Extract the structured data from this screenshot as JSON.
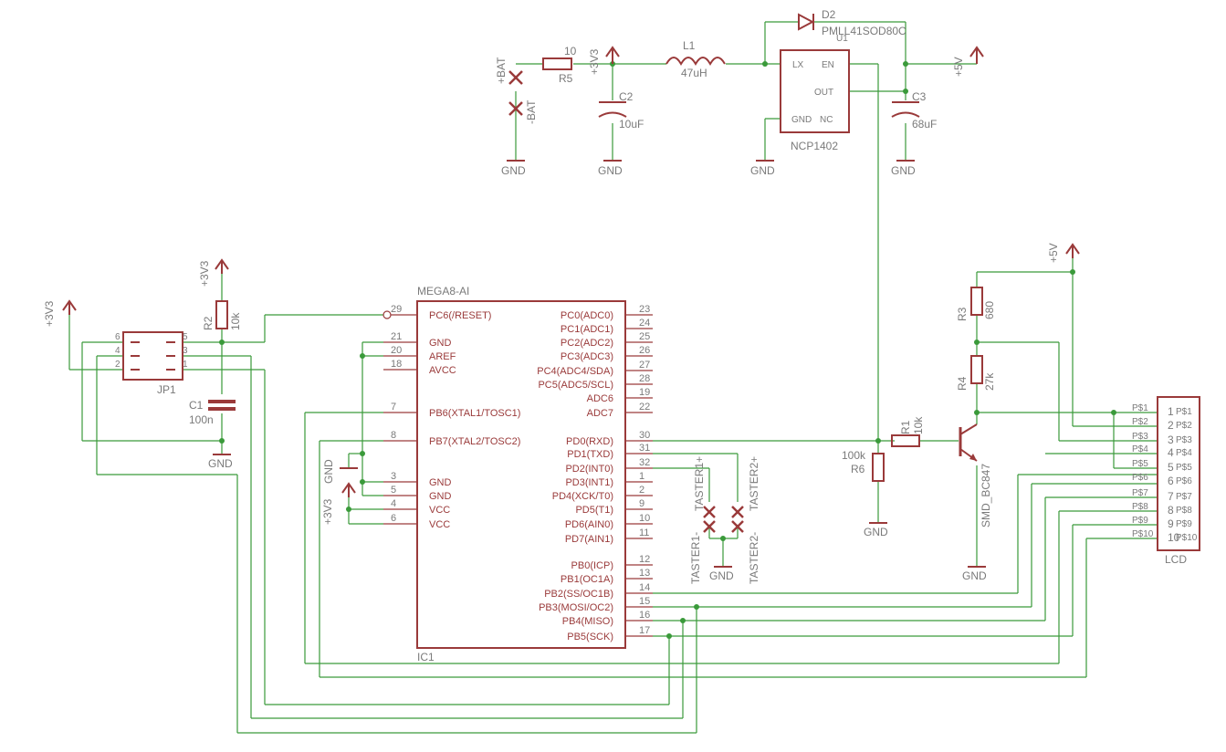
{
  "power": {
    "pos_bat": "+BAT",
    "neg_bat": "-BAT",
    "v33": "+3V3",
    "v5": "+5V",
    "gnd": "GND"
  },
  "parts": {
    "r5": {
      "name": "R5",
      "value": "10"
    },
    "l1": {
      "name": "L1",
      "value": "47uH"
    },
    "d2": {
      "name": "D2",
      "value": "PMLL41SOD80C"
    },
    "u1": {
      "name": "U1",
      "value": "NCP1402",
      "pins": {
        "lx": "LX",
        "en": "EN",
        "out": "OUT",
        "gnd": "GND",
        "nc": "NC"
      }
    },
    "c2": {
      "name": "C2",
      "value": "10uF"
    },
    "c3": {
      "name": "C3",
      "value": "68uF"
    },
    "r2": {
      "name": "R2",
      "value": "10k"
    },
    "c1": {
      "name": "C1",
      "value": "100n"
    },
    "jp1": {
      "name": "JP1",
      "pins": [
        "6",
        "5",
        "4",
        "3",
        "2",
        "1"
      ]
    },
    "r3": {
      "name": "R3",
      "value": "680"
    },
    "r4": {
      "name": "R4",
      "value": "27k"
    },
    "r1": {
      "name": "R1",
      "value": "10k"
    },
    "r6": {
      "name": "R6",
      "value": "100k"
    },
    "t1": {
      "name": "SMD_BC847"
    },
    "taster1": {
      "name": "TASTER1-",
      "alt": "TASTER1+"
    },
    "taster2": {
      "name": "TASTER2-",
      "alt": "TASTER2+"
    },
    "lcd": {
      "name": "LCD"
    }
  },
  "ic1": {
    "name": "IC1",
    "value": "MEGA8-AI",
    "left_pins": [
      {
        "num": "29",
        "label": "PC6(/RESET)"
      },
      {
        "num": "21",
        "label": "GND"
      },
      {
        "num": "20",
        "label": "AREF"
      },
      {
        "num": "18",
        "label": "AVCC"
      },
      {
        "num": "7",
        "label": "PB6(XTAL1/TOSC1)"
      },
      {
        "num": "8",
        "label": "PB7(XTAL2/TOSC2)"
      },
      {
        "num": "3",
        "label": "GND"
      },
      {
        "num": "5",
        "label": "GND"
      },
      {
        "num": "4",
        "label": "VCC"
      },
      {
        "num": "6",
        "label": "VCC"
      }
    ],
    "right_pins": [
      {
        "num": "23",
        "label": "PC0(ADC0)"
      },
      {
        "num": "24",
        "label": "PC1(ADC1)"
      },
      {
        "num": "25",
        "label": "PC2(ADC2)"
      },
      {
        "num": "26",
        "label": "PC3(ADC3)"
      },
      {
        "num": "27",
        "label": "PC4(ADC4/SDA)"
      },
      {
        "num": "28",
        "label": "PC5(ADC5/SCL)"
      },
      {
        "num": "19",
        "label": "ADC6"
      },
      {
        "num": "22",
        "label": "ADC7"
      },
      {
        "num": "30",
        "label": "PD0(RXD)"
      },
      {
        "num": "31",
        "label": "PD1(TXD)"
      },
      {
        "num": "32",
        "label": "PD2(INT0)"
      },
      {
        "num": "1",
        "label": "PD3(INT1)"
      },
      {
        "num": "2",
        "label": "PD4(XCK/T0)"
      },
      {
        "num": "9",
        "label": "PD5(T1)"
      },
      {
        "num": "10",
        "label": "PD6(AIN0)"
      },
      {
        "num": "11",
        "label": "PD7(AIN1)"
      },
      {
        "num": "12",
        "label": "PB0(ICP)"
      },
      {
        "num": "13",
        "label": "PB1(OC1A)"
      },
      {
        "num": "14",
        "label": "PB2(SS/OC1B)"
      },
      {
        "num": "15",
        "label": "PB3(MOSI/OC2)"
      },
      {
        "num": "16",
        "label": "PB4(MISO)"
      },
      {
        "num": "17",
        "label": "PB5(SCK)"
      }
    ]
  },
  "lcd_pins": [
    {
      "num": "1",
      "pad": "P$1"
    },
    {
      "num": "2",
      "pad": "P$2"
    },
    {
      "num": "3",
      "pad": "P$3"
    },
    {
      "num": "4",
      "pad": "P$4"
    },
    {
      "num": "5",
      "pad": "P$5"
    },
    {
      "num": "6",
      "pad": "P$6"
    },
    {
      "num": "7",
      "pad": "P$7"
    },
    {
      "num": "8",
      "pad": "P$8"
    },
    {
      "num": "9",
      "pad": "P$9"
    },
    {
      "num": "10",
      "pad": "P$10"
    }
  ]
}
